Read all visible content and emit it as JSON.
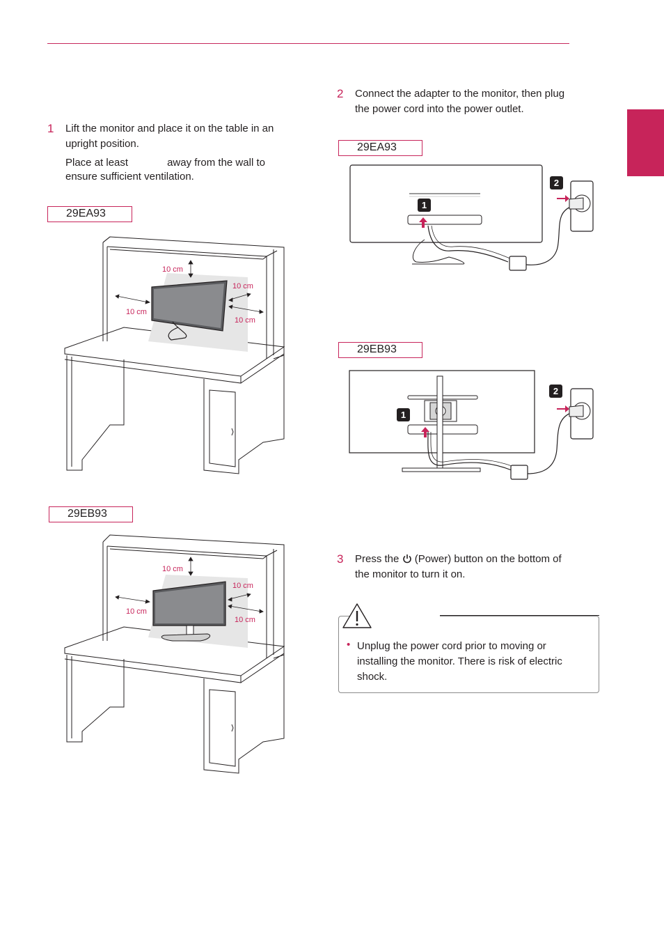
{
  "step1": {
    "number": "1",
    "line1": "Lift the monitor and place it on the table in an",
    "line2": "upright position.",
    "line3a": "Place at least",
    "line3b": "away from the wall to",
    "line4": "ensure sufficient ventilation."
  },
  "step2": {
    "number": "2",
    "line1": "Connect the adapter to the monitor, then plug",
    "line2": "the power cord into the power outlet."
  },
  "step3": {
    "number": "3",
    "text_a": "Press the",
    "text_b": "(Power) button on the bottom of",
    "line2": "the monitor to turn it on."
  },
  "models": {
    "ea": "29EA93",
    "eb": "29EB93"
  },
  "clearance": {
    "label": "10 cm"
  },
  "callouts": {
    "one": "1",
    "two": "2"
  },
  "caution": {
    "line1": "Unplug the power cord prior to moving or",
    "line2": "installing the monitor. There is risk of electric",
    "line3": "shock."
  },
  "icons": {
    "power": "power-icon",
    "warning": "warning-triangle-icon"
  },
  "colors": {
    "accent": "#c7245a",
    "text": "#231f20"
  }
}
